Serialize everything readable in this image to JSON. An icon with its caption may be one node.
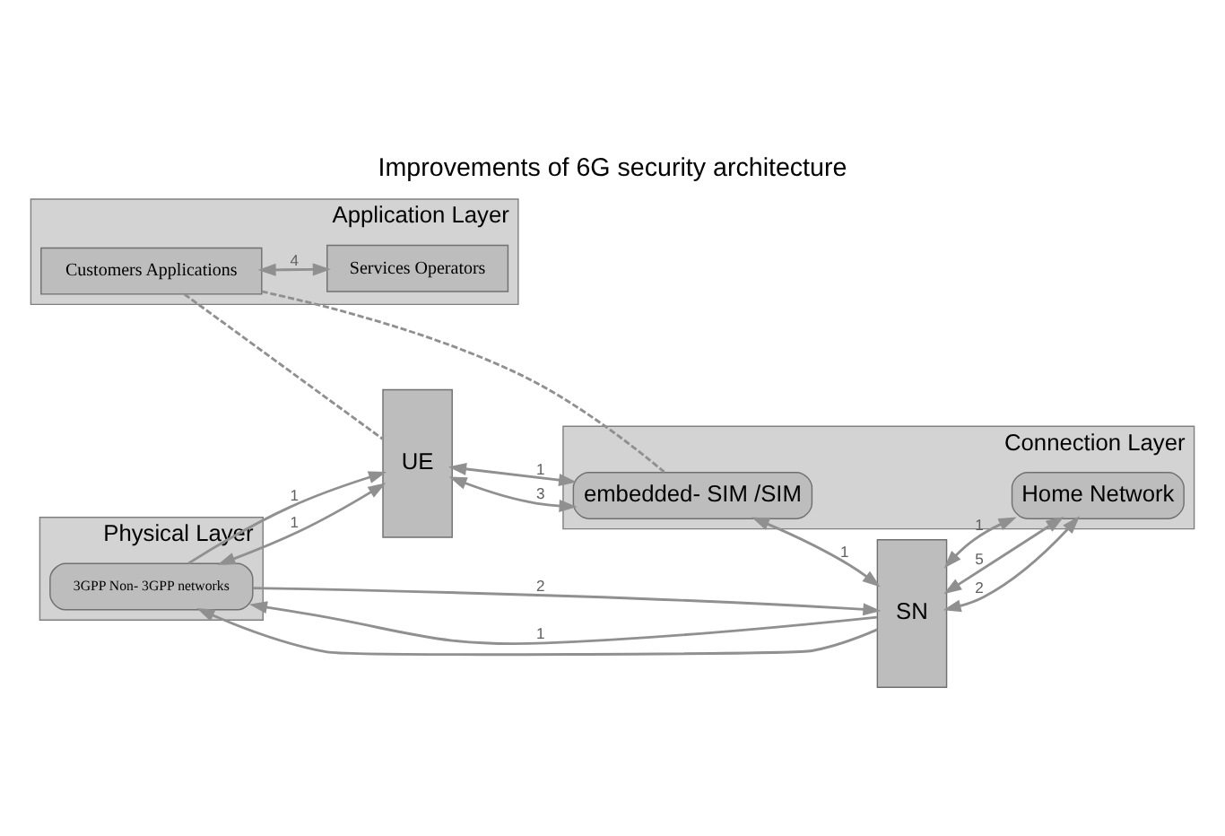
{
  "diagram": {
    "title": "Improvements of 6G security architecture",
    "nodes": [
      {
        "text": [
          "Application Layer"
        ]
      },
      {
        "text": [
          "Customers Applications"
        ],
        "in": 0
      },
      {
        "text": [
          "Services Operators"
        ],
        "in": 0
      },
      {
        "text": [
          "Connection Layer"
        ]
      },
      {
        "text": [
          "embedded- SIM /SIM"
        ],
        "in": 3
      },
      {
        "text": [
          "Home Network"
        ],
        "in": 3
      },
      {
        "text": [
          "Physical Layer"
        ]
      },
      {
        "text": [
          "3GPP Non- 3GPP networks"
        ],
        "in": 6
      },
      {
        "text": [
          "UE"
        ]
      },
      {
        "text": [
          "SN"
        ]
      }
    ],
    "edges": [
      {
        "from": 1,
        "to": 2,
        "arrow": "both",
        "label": "4"
      },
      {
        "from": 1,
        "to": 8,
        "arrow": "none",
        "style": "dashed"
      },
      {
        "from": 1,
        "to": 4,
        "arrow": "none",
        "style": "dashed"
      },
      {
        "from": 8,
        "to": 4,
        "arrow": "both",
        "label": "1"
      },
      {
        "from": 8,
        "to": 4,
        "arrow": "both",
        "label": "3"
      },
      {
        "from": 4,
        "to": 9,
        "arrow": "both",
        "label": "1"
      },
      {
        "from": 9,
        "to": 5,
        "arrow": "both",
        "label": "1"
      },
      {
        "from": 9,
        "to": 5,
        "arrow": "both",
        "label": "5"
      },
      {
        "from": 9,
        "to": 5,
        "arrow": "both",
        "label": "2"
      },
      {
        "from": 9,
        "to": 7,
        "arrow": "to",
        "label": "1"
      },
      {
        "from": 7,
        "to": 8,
        "arrow": "to",
        "label": "1"
      },
      {
        "from": 8,
        "to": 7,
        "arrow": "both",
        "label": "1"
      },
      {
        "from": 9,
        "to": 7,
        "arrow": "to"
      },
      {
        "from": 7,
        "to": 9,
        "arrow": "to",
        "label": "2"
      }
    ]
  }
}
